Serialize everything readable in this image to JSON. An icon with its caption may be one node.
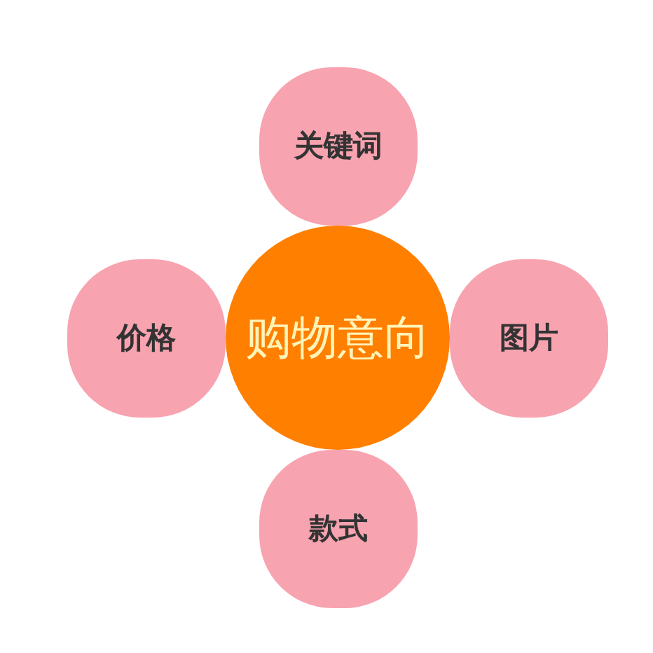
{
  "diagram": {
    "nodes": [
      {
        "text": [
          "关键词"
        ]
      },
      {
        "text": [
          "价格"
        ]
      },
      {
        "text": [
          "购物意向"
        ]
      },
      {
        "text": [
          "图片"
        ]
      },
      {
        "text": [
          "款式"
        ]
      }
    ]
  }
}
